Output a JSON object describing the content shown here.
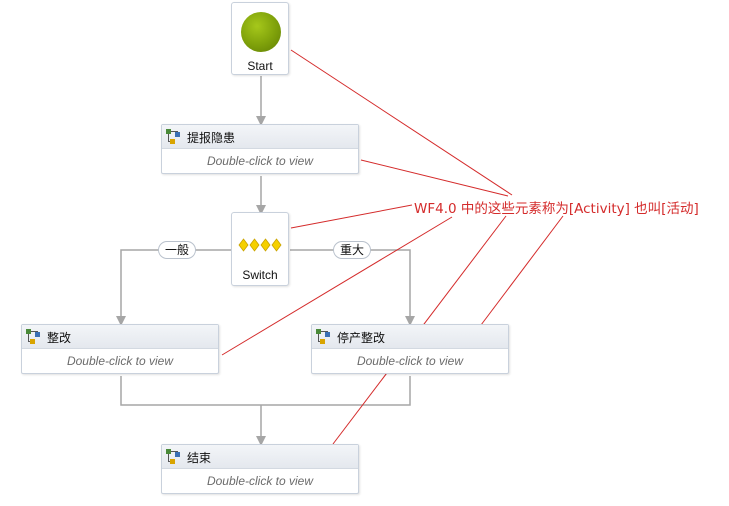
{
  "diagram": {
    "start": {
      "label": "Start"
    },
    "switch": {
      "label": "Switch"
    },
    "activities": [
      {
        "title": "提报隐患",
        "body": "Double-click to view"
      },
      {
        "title": "整改",
        "body": "Double-click to view"
      },
      {
        "title": "停产整改",
        "body": "Double-click to view"
      },
      {
        "title": "结束",
        "body": "Double-click to view"
      }
    ],
    "cases": {
      "left": "一般",
      "right": "重大"
    },
    "annotation": "WF4.0 中的这些元素称为[Activity] 也叫[活动]"
  },
  "colors": {
    "connector": "#a6a6a6",
    "annotation": "#d42b2b",
    "start_fill": "#8cb011",
    "switch_diamond": "#f5d000"
  },
  "icons": {
    "activity": "flowchart-activity-icon",
    "switch": "switch-diamonds-icon",
    "start": "start-circle-icon"
  }
}
